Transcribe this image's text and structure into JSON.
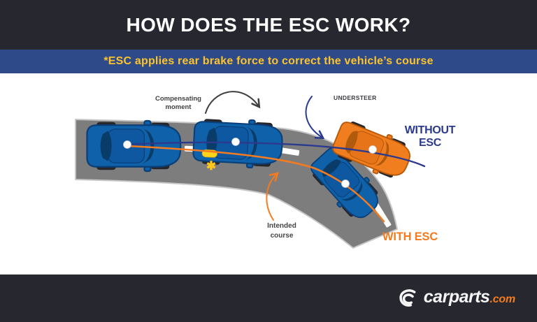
{
  "header": {
    "title": "HOW DOES THE ESC WORK?"
  },
  "subtitle": {
    "text": "*ESC applies rear brake force to correct the vehicle’s course"
  },
  "diagram": {
    "labels": {
      "compensating_moment": "Compensating\nmoment",
      "understeer": "UNDERSTEER",
      "without_esc": "WITHOUT\nESC",
      "with_esc": "WITH ESC",
      "intended_course": "Intended\ncourse",
      "brake_marker": "✱"
    }
  },
  "footer": {
    "brand": "carparts",
    "brand_suffix": ".com"
  },
  "colors": {
    "header-bg": "#26272f",
    "subtitle-bg": "#2e4a88",
    "subtitle-text": "#fcc32b",
    "road": "#7d7d7d",
    "road-edge": "#c6c6c6",
    "car-blue": "#0f62a9",
    "car-orange": "#f07e1f",
    "line-navy": "#2b3a8e",
    "line-orange": "#f47b20",
    "brake-yellow": "#ffd21c",
    "label-dark": "#414141",
    "brand-white": "#f5f5f5",
    "brand-orange": "#f47b20"
  }
}
